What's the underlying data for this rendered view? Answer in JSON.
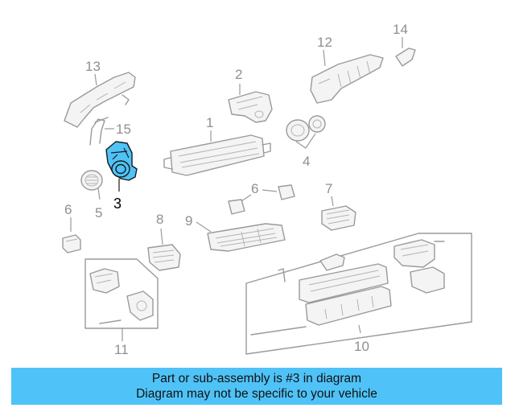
{
  "diagram": {
    "highlight_color": "#4fc3f7",
    "callouts": {
      "c1": "1",
      "c2": "2",
      "c3": "3",
      "c4": "4",
      "c5": "5",
      "c6a": "6",
      "c6b": "6",
      "c7": "7",
      "c8": "8",
      "c9": "9",
      "c10": "10",
      "c11": "11",
      "c12": "12",
      "c13": "13",
      "c14": "14",
      "c15": "15"
    }
  },
  "banner": {
    "line1": "Part or sub-assembly is #3 in diagram",
    "line2": "Diagram may not be specific to your vehicle"
  }
}
